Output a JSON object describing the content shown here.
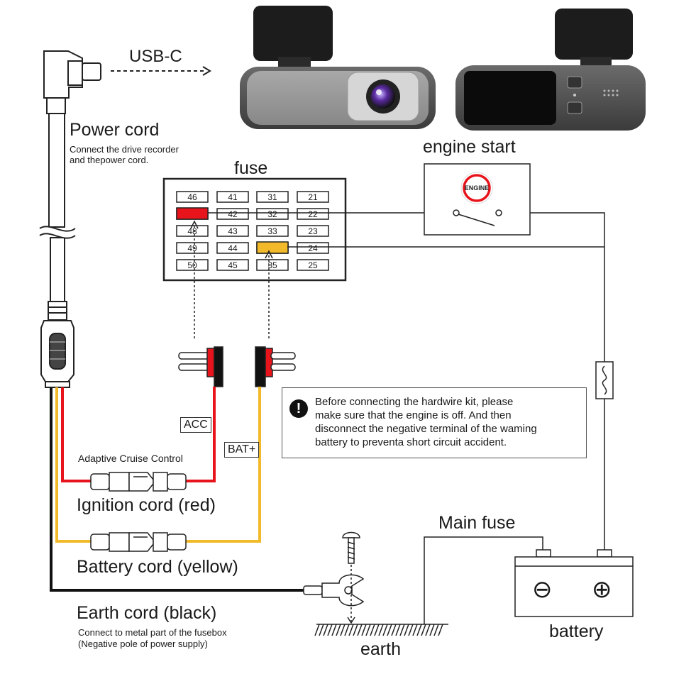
{
  "labels": {
    "usb_c": "USB-C",
    "power_cord": "Power cord",
    "power_cord_note_1": "Connect the drive recorder",
    "power_cord_note_2": "and thepower cord.",
    "fuse": "fuse",
    "engine_start": "engine start",
    "engine_badge": "ENGINE",
    "acc_tag": "ACC",
    "bat_tag": "BAT+",
    "adaptive_cruise": "Adaptive Cruise Control",
    "ignition_cord": "Ignition cord (red)",
    "battery_cord": "Battery cord (yellow)",
    "earth_cord": "Earth cord (black)",
    "earth_note_1": "Connect to metal part of the fusebox",
    "earth_note_2": "(Negative pole of power supply)",
    "main_fuse": "Main fuse",
    "battery": "battery",
    "earth": "earth",
    "minus": "⊖",
    "plus": "⊕"
  },
  "notice": {
    "icon": "exclamation-icon",
    "line1": "Before connecting the hardwire kit, please",
    "line2": "make sure that the engine is off. And then",
    "line3": "disconnect the negative terminal of the waming",
    "line4": "battery to preventa short circuit accident."
  },
  "fuse_box": {
    "rows": [
      [
        "46",
        "41",
        "31",
        "21"
      ],
      [
        "",
        "42",
        "32",
        "22"
      ],
      [
        "48",
        "43",
        "33",
        "23"
      ],
      [
        "49",
        "44",
        "",
        "24"
      ],
      [
        "50",
        "45",
        "35",
        "25"
      ]
    ]
  },
  "colors": {
    "red_wire": "#e8141c",
    "yellow_wire": "#f2b92b",
    "black_wire": "#111111",
    "fuse_red": "#e8141c",
    "fuse_yellow": "#f2b92b"
  }
}
